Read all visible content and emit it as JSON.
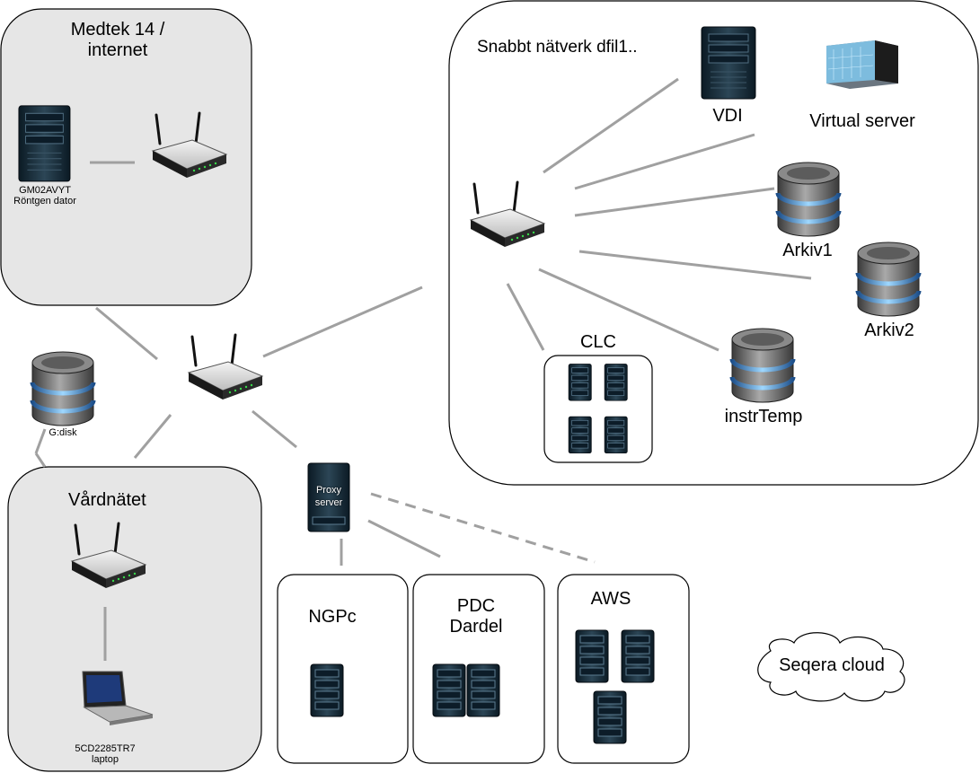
{
  "zones": {
    "medtek": "Medtek 14 /\ninternet",
    "fast_network": "Snabbt nätverk dfil1..",
    "vardnatet": "Vårdnätet"
  },
  "nodes": {
    "gm_computer": "GM02AVYT\nRöntgen dator",
    "gdisk": "G:disk",
    "laptop": "5CD2285TR7\nlaptop",
    "vdi": "VDI",
    "virtual_server": "Virtual server",
    "arkiv1": "Arkiv1",
    "arkiv2": "Arkiv2",
    "instrtemp": "instrTemp",
    "clc": "CLC",
    "proxy": "Proxy\nserver",
    "ngpc": "NGPc",
    "pdc": "PDC\nDardel",
    "aws": "AWS",
    "seqera": "Seqera cloud"
  },
  "colors": {
    "zone_fill": "#e6e6e6",
    "zone_stroke": "#000000",
    "connector": "#a0a0a0"
  }
}
